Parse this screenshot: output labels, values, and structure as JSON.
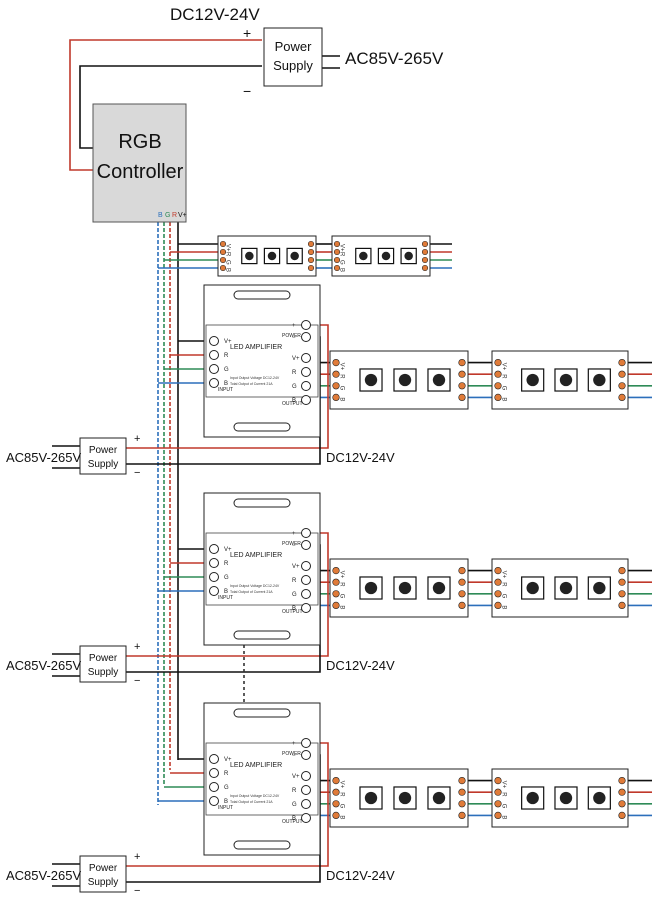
{
  "colors": {
    "red": "#c0392b",
    "green": "#2e8b57",
    "blue": "#2c6fbb",
    "black": "#111111",
    "controller_fill": "#d9d9d9",
    "led_chip": "#222222",
    "pad": "#e07b39"
  },
  "top_power": {
    "title_line1": "Power",
    "title_line2": "Supply",
    "dc_label": "DC12V-24V",
    "ac_label": "AC85V-265V",
    "plus": "+",
    "minus": "−"
  },
  "controller": {
    "title_line1": "RGB",
    "title_line2": "Controller",
    "pin_b": "B",
    "pin_g": "G",
    "pin_r": "R",
    "pin_v": "V+"
  },
  "amplifier": {
    "title": "LED AMPLIFIER",
    "input_label": "INPUT",
    "output_label": "OUTPUT",
    "power_label": "POWER",
    "spec_line1": "Input Output Voltage DC12-24V",
    "spec_line2": "Total Output of Current 21A",
    "pins": [
      "V+",
      "R",
      "G",
      "B"
    ],
    "power_pins": [
      "+",
      "−"
    ]
  },
  "strip_pins": [
    "V+",
    "R",
    "G",
    "B"
  ],
  "stages": [
    {
      "ps_line1": "Power",
      "ps_line2": "Supply",
      "ac_label": "AC85V-265V",
      "dc_label": "DC12V-24V",
      "plus": "+",
      "minus": "−"
    },
    {
      "ps_line1": "Power",
      "ps_line2": "Supply",
      "ac_label": "AC85V-265V",
      "dc_label": "DC12V-24V",
      "plus": "+",
      "minus": "−"
    },
    {
      "ps_line1": "Power",
      "ps_line2": "Supply",
      "ac_label": "AC85V-265V",
      "dc_label": "DC12V-24V",
      "plus": "+",
      "minus": "−"
    }
  ]
}
